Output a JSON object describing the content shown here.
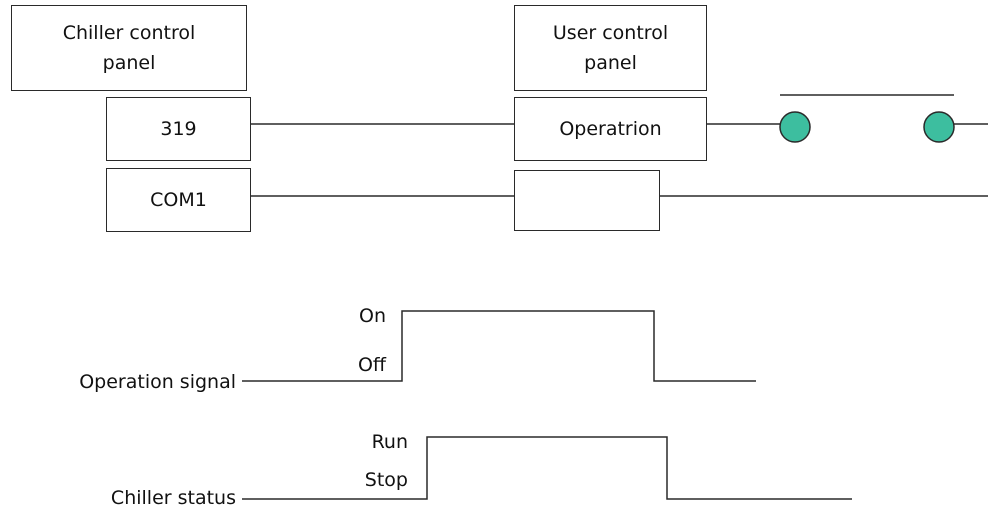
{
  "panels": {
    "chiller": {
      "line1": "Chiller control",
      "line2": "panel"
    },
    "user": {
      "line1": "User control",
      "line2": "panel"
    }
  },
  "terminals": {
    "t319": "319",
    "com1": "COM1",
    "operation": "Operatrion",
    "blank": ""
  },
  "timing": {
    "operation_signal": {
      "label": "Operation signal",
      "high": "On",
      "low": "Off"
    },
    "chiller_status": {
      "label": "Chiller status",
      "high": "Run",
      "low": "Stop"
    }
  },
  "colors": {
    "contact": "#3dbe9f",
    "line": "#2a2a2a"
  }
}
